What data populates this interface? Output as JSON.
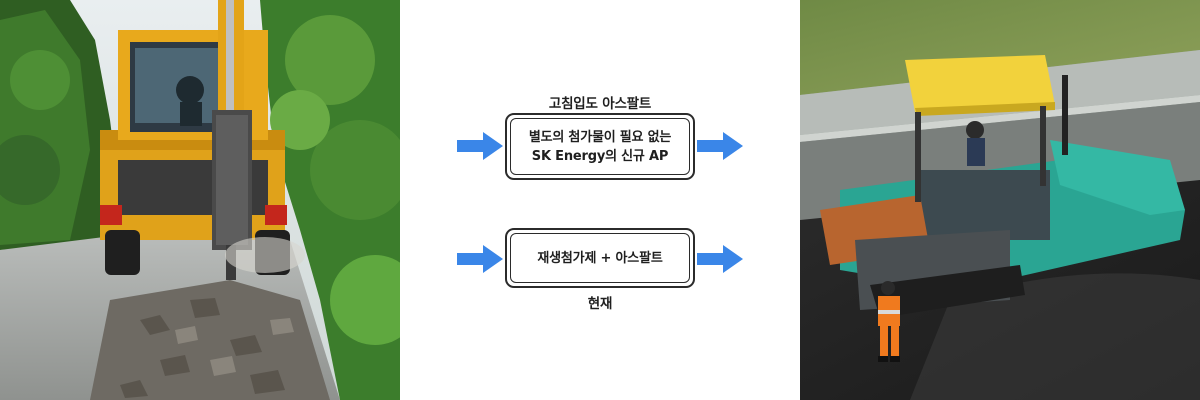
{
  "photos": {
    "left": {
      "subject": "excavator breaking old asphalt pavement"
    },
    "right": {
      "subject": "asphalt paver laying new asphalt with worker"
    }
  },
  "diagram": {
    "top_label": "고침입도 아스팔트",
    "top_box": {
      "line1": "별도의 첨가물이 필요 없는",
      "line2": "SK Energy의 신규 AP"
    },
    "bottom_box": {
      "line1": "재생첨가제 + 아스팔트"
    },
    "bottom_label": "현재",
    "arrow_color": "#3a86e8"
  }
}
